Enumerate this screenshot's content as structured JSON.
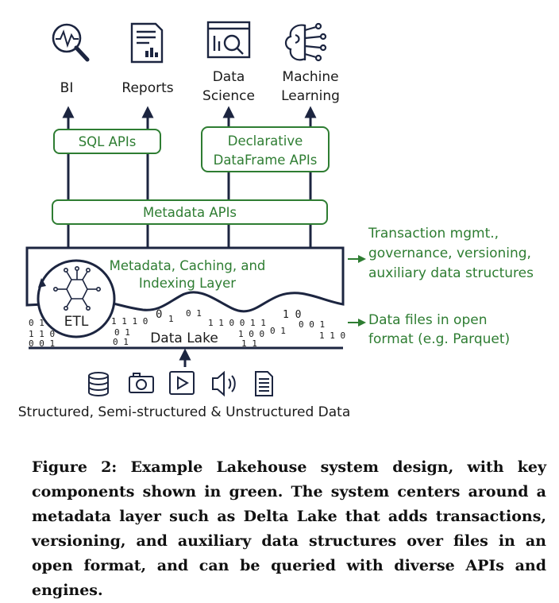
{
  "consumers": [
    {
      "line1": "BI",
      "line2": "",
      "icon": "analytics-magnifier-icon"
    },
    {
      "line1": "Reports",
      "line2": "",
      "icon": "report-document-icon"
    },
    {
      "line1": "Data",
      "line2": "Science",
      "icon": "data-science-screen-icon"
    },
    {
      "line1": "Machine",
      "line2": "Learning",
      "icon": "brain-circuit-icon"
    }
  ],
  "apis": {
    "sql": "SQL APIs",
    "declarative_line1": "Declarative",
    "declarative_line2": "DataFrame APIs",
    "metadata": "Metadata APIs"
  },
  "metadata_layer": {
    "line1": "Metadata, Caching, and",
    "line2": "Indexing Layer"
  },
  "etl": "ETL",
  "data_lake": "Data Lake",
  "side_notes": {
    "top": [
      "Transaction mgmt.,",
      "governance, versioning,",
      "auxiliary data structures"
    ],
    "bottom": [
      "Data files in open",
      "format (e.g. Parquet)"
    ]
  },
  "sources": {
    "label": "Structured, Semi-structured & Unstructured Data",
    "icons": [
      "database-icon",
      "camera-icon",
      "video-play-icon",
      "speaker-icon",
      "document-icon"
    ]
  },
  "colors": {
    "green": "#2e7d32",
    "navy": "#1c2540",
    "text": "#1a1a1a"
  },
  "caption": "Figure 2: Example Lakehouse system design, with key components shown in green. The system centers around a metadata layer such as Delta Lake that adds transactions, versioning, and auxiliary data structures over files in an open format, and can be queried with diverse APIs and engines."
}
